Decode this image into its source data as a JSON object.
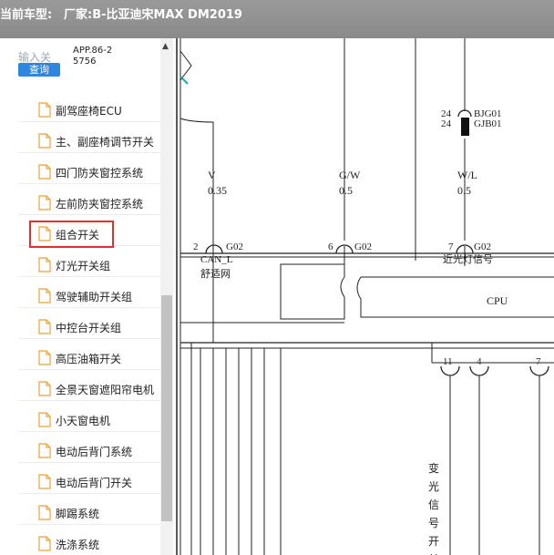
{
  "titlebar": {
    "label": "当前车型:",
    "value": "厂家:B-比亚迪宋MAX DM2019"
  },
  "sidebar": {
    "search_label": "输入关",
    "search_button": "查询",
    "app_code": "APP.86-25756",
    "items": [
      {
        "label": "副驾座椅ECU"
      },
      {
        "label": "主、副座椅调节开关"
      },
      {
        "label": "四门防夹窗控系统"
      },
      {
        "label": "左前防夹窗控系统"
      },
      {
        "label": "组合开关"
      },
      {
        "label": "灯光开关组"
      },
      {
        "label": "驾驶辅助开关组"
      },
      {
        "label": "中控台开关组"
      },
      {
        "label": "高压油箱开关"
      },
      {
        "label": "全景天窗遮阳帘电机"
      },
      {
        "label": "小天窗电机"
      },
      {
        "label": "电动后背门系统"
      },
      {
        "label": "电动后背门开关"
      },
      {
        "label": "脚踢系统"
      },
      {
        "label": "洗涤系统"
      }
    ],
    "selected_index": 4
  },
  "diagram": {
    "wire1_color": "V",
    "wire1_size": "0.35",
    "wire2_color": "G/W",
    "wire2_size": "0.5",
    "wire3_color": "W/L",
    "wire3_size": "0.5",
    "pin1_num": "2",
    "pin1_conn": "G02",
    "pin2_num": "6",
    "pin2_conn": "G02",
    "pin3_num": "7",
    "pin3_conn": "G02",
    "can_label": "CAN_L",
    "comfort_net": "舒适网",
    "near_light_signal": "近光灯信号",
    "top_pin_a": "24",
    "top_conn_a": "BJG01",
    "top_pin_b": "24",
    "top_conn_b": "GJB01",
    "cpu_label": "CPU",
    "bottom_pin_a": "11",
    "bottom_pin_b": "4",
    "bottom_pin_c": "7",
    "vertical_text": [
      "变",
      "光",
      "信",
      "号",
      "开",
      "关"
    ]
  }
}
